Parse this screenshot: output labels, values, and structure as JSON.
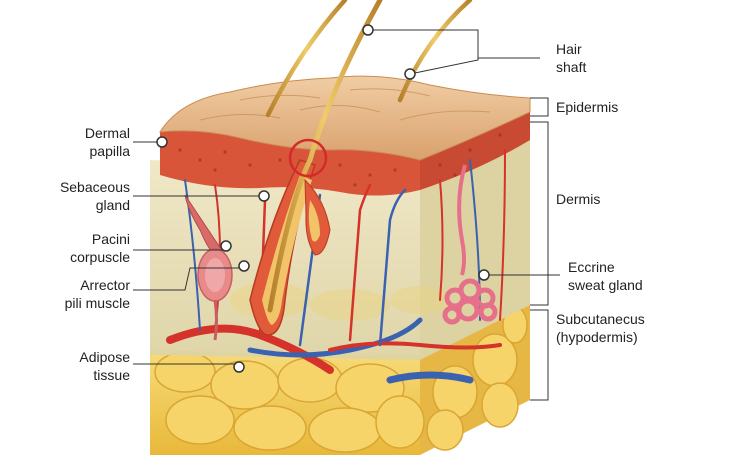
{
  "diagram": {
    "labels_left": [
      {
        "id": "dermal-papilla",
        "lines": [
          "Dermal",
          "papilla"
        ]
      },
      {
        "id": "sebaceous-gland",
        "lines": [
          "Sebaceous",
          "gland"
        ]
      },
      {
        "id": "pacini-corpuscle",
        "lines": [
          "Pacini",
          "corpuscle"
        ]
      },
      {
        "id": "arrector-pili-muscle",
        "lines": [
          "Arrector",
          "pili muscle"
        ]
      },
      {
        "id": "adipose-tissue",
        "lines": [
          "Adipose",
          "tissue"
        ]
      }
    ],
    "labels_right": [
      {
        "id": "hair-shaft",
        "lines": [
          "Hair",
          "shaft"
        ]
      },
      {
        "id": "epidermis",
        "lines": [
          "Epidermis"
        ]
      },
      {
        "id": "dermis",
        "lines": [
          "Dermis"
        ]
      },
      {
        "id": "eccrine-sweat-gland",
        "lines": [
          "Eccrine",
          "sweat gland"
        ]
      },
      {
        "id": "subcutaneous",
        "lines": [
          "Subcutanecus",
          "(hypodermis)"
        ]
      }
    ],
    "colors": {
      "epidermis": "#e8b888",
      "dermis_top": "#d8553a",
      "dermis_body": "#e9e2b8",
      "fat": "#f3cf5a",
      "artery": "#d4322a",
      "vein": "#3a62b0",
      "hair": "#d9a63a",
      "leader": "#333333"
    }
  }
}
